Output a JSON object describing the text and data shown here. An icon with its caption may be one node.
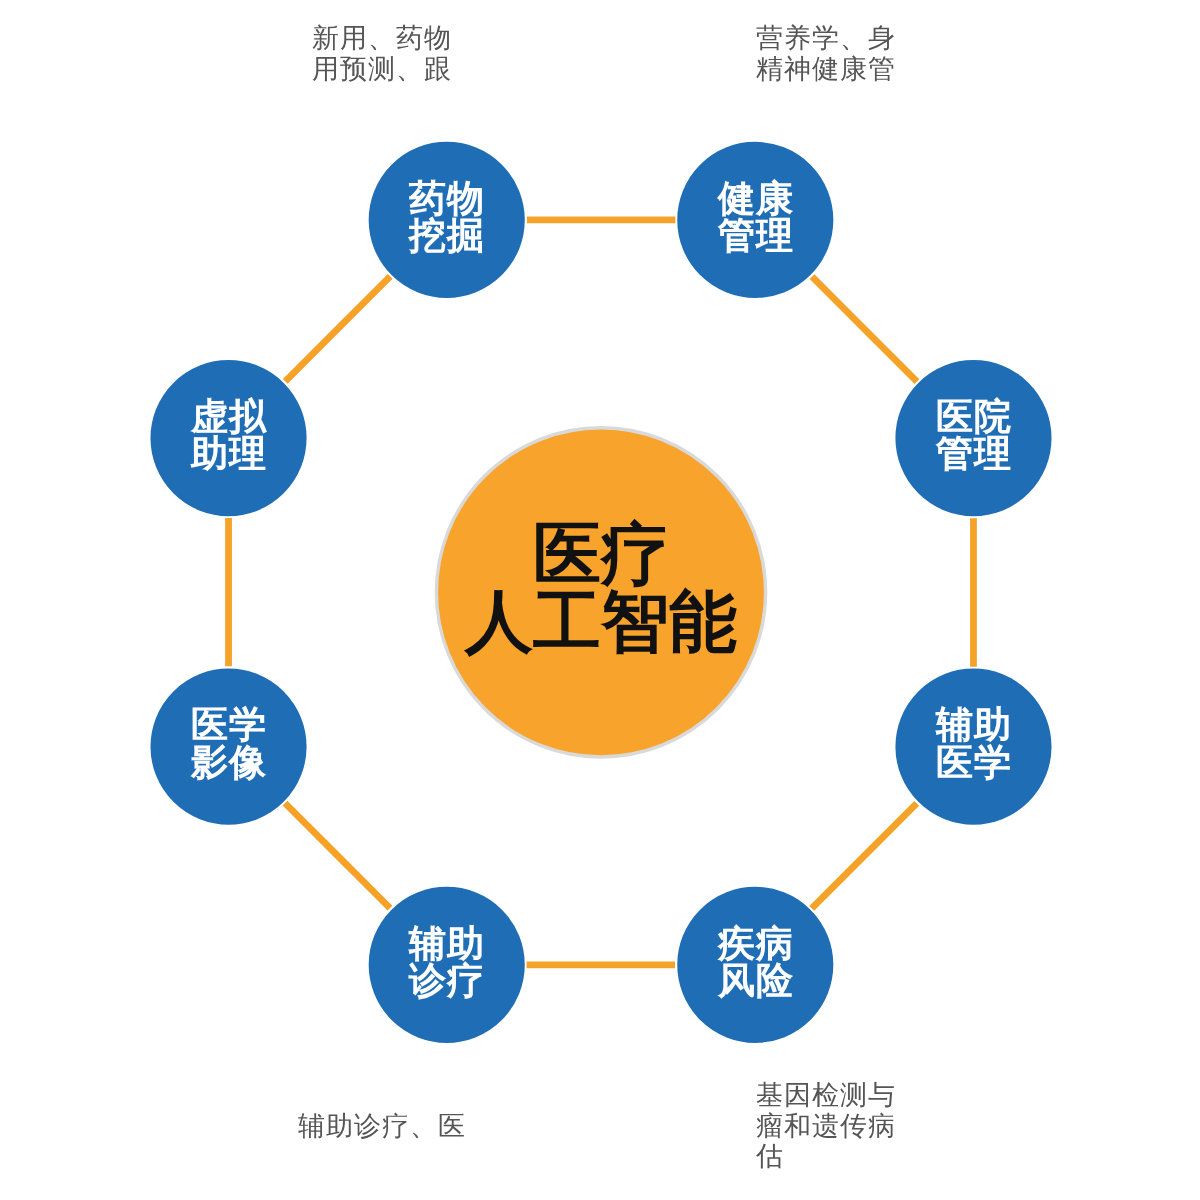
{
  "diagram": {
    "nodes": [
      {
        "text": [
          "医疗人工智能"
        ]
      },
      {
        "text": [
          "药物挖掘"
        ],
        "beside": [
          "新用、药物用预测、跟"
        ]
      },
      {
        "text": [
          "健康管理"
        ],
        "beside": [
          "营养学、身精神健康管"
        ]
      },
      {
        "text": [
          "医院管理"
        ]
      },
      {
        "text": [
          "辅助医学"
        ]
      },
      {
        "text": [
          "疾病风险"
        ],
        "beside": [
          "基因检测与瘤和遗传病估"
        ]
      },
      {
        "text": [
          "辅助诊疗"
        ],
        "beside": [
          "辅助诊疗、医"
        ]
      },
      {
        "text": [
          "医学影像"
        ]
      },
      {
        "text": [
          "虚拟助理"
        ]
      }
    ],
    "edges": [
      {
        "from": 1,
        "to": 2,
        "arrow": "none"
      },
      {
        "from": 2,
        "to": 3,
        "arrow": "none"
      },
      {
        "from": 3,
        "to": 4,
        "arrow": "none"
      },
      {
        "from": 4,
        "to": 5,
        "arrow": "none"
      },
      {
        "from": 5,
        "to": 6,
        "arrow": "none"
      },
      {
        "from": 6,
        "to": 7,
        "arrow": "none"
      },
      {
        "from": 7,
        "to": 8,
        "arrow": "none"
      },
      {
        "from": 8,
        "to": 1,
        "arrow": "none"
      }
    ]
  }
}
